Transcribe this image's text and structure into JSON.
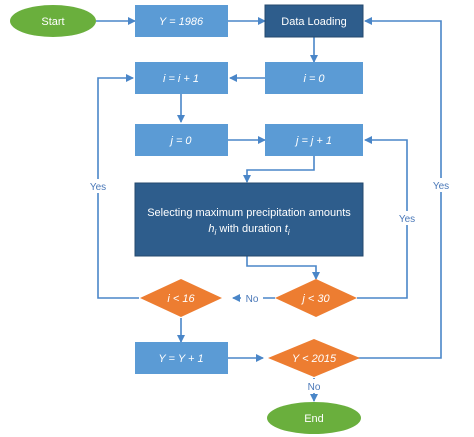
{
  "nodes": {
    "start": {
      "label": "Start",
      "shape": "terminator",
      "color": "#6aaf3d"
    },
    "year_init": {
      "label": "Y = 1986",
      "shape": "process",
      "color": "#5b9bd5"
    },
    "data_loading": {
      "label": "Data Loading",
      "shape": "process",
      "color": "#2e5d8c"
    },
    "i_init": {
      "label": "i = 0",
      "shape": "process",
      "color": "#5b9bd5"
    },
    "i_inc": {
      "label": "i = i + 1",
      "shape": "process",
      "color": "#5b9bd5"
    },
    "j_init": {
      "label": "j = 0",
      "shape": "process",
      "color": "#5b9bd5"
    },
    "j_inc": {
      "label": "j = j + 1",
      "shape": "process",
      "color": "#5b9bd5"
    },
    "selecting": {
      "line1": "Selecting maximum precipitation amounts",
      "line2_var": "h",
      "line2_var_sub": "i",
      "line2_mid": " with duration ",
      "line2_dur": "t",
      "line2_dur_sub": "i",
      "shape": "process",
      "color": "#2e5d8c"
    },
    "j_check": {
      "label": "j < 30",
      "shape": "decision",
      "color": "#ed7d31"
    },
    "i_check": {
      "label": "i < 16",
      "shape": "decision",
      "color": "#ed7d31"
    },
    "year_inc": {
      "label": "Y = Y + 1",
      "shape": "process",
      "color": "#5b9bd5"
    },
    "year_check": {
      "label": "Y < 2015",
      "shape": "decision",
      "color": "#ed7d31"
    },
    "end": {
      "label": "End",
      "shape": "terminator",
      "color": "#6aaf3d"
    }
  },
  "edge_labels": {
    "i_loop_yes": "Yes",
    "j_loop_yes": "Yes",
    "year_loop_yes": "Yes",
    "j_check_no": "No",
    "year_check_no": "No"
  },
  "colors": {
    "connector": "#4a86c8",
    "edge_label": "#4a78b8",
    "light_box": "#5b9bd5",
    "dark_box": "#2e5d8c",
    "decision": "#ed7d31",
    "terminator": "#6aaf3d"
  }
}
